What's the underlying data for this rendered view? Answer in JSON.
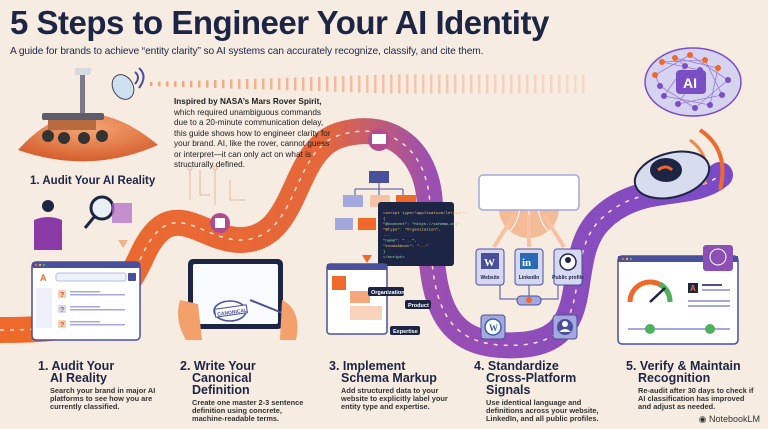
{
  "header": {
    "title": "5 Steps to Engineer Your AI Identity",
    "subtitle": "A guide for brands to achieve “entity clarity” so AI systems can accurately recognize, classify, and cite them."
  },
  "intro": {
    "bold": "Inspired by NASA’s Mars Rover Spirit,",
    "text": " which required unambiguous commands due to a 20-minute communication delay, this guide shows how to engineer clarity for your brand. AI, like the rover, cannot guess or interpret—it can only act on what is structurally defined."
  },
  "audit_label": "1. Audit Your AI Reality",
  "brain_label": "AI",
  "steps": [
    {
      "num": "1.",
      "line1": "Audit Your",
      "line2": "AI Reality",
      "desc": "Search your brand in major AI platforms to see how you are currently classified."
    },
    {
      "num": "2.",
      "line1": "Write Your",
      "line2": "Canonical Definition",
      "desc": "Create one master 2-3 sentence definition using concrete, machine-readable terms."
    },
    {
      "num": "3.",
      "line1": "Implement",
      "line2": "Schema Markup",
      "desc": "Add structured data to your website to explicitly label your entity type and expertise."
    },
    {
      "num": "4.",
      "line1": "Standardize",
      "line2": "Cross-Platform Signals",
      "desc": "Use identical language and definitions across your website, LinkedIn, and all public profiles."
    },
    {
      "num": "5.",
      "line1": "Verify & Maintain",
      "line2": "Recognition",
      "desc": "Re-audit after 30 days to check if AI classification has improved and adjust as needed."
    }
  ],
  "canonical_stamp": "CANONICAL",
  "schema_tags": [
    "Organization",
    "Product",
    "Expertise"
  ],
  "code_lines": [
    "<script type=\"application/ld+json\">",
    "{",
    "\"@context\": \"https://schema.org\",",
    "\"@type\": \"Organization\",",
    "...",
    "\"name\": \"...\",",
    "\"knowsAbout\": \"...\"",
    "}",
    "</script>"
  ],
  "platforms": [
    {
      "label": "Website",
      "glyph": "W"
    },
    {
      "label": "LinkedIn",
      "glyph": "in"
    },
    {
      "label": "Public profile",
      "glyph": "person"
    }
  ],
  "brand_footer": "NotebookLM",
  "colors": {
    "background": "#f6ece2",
    "navy": "#1d2545",
    "orange": "#ef6a2a",
    "purple": "#7b4fc4",
    "ui_blue": "#4a4f9c"
  }
}
